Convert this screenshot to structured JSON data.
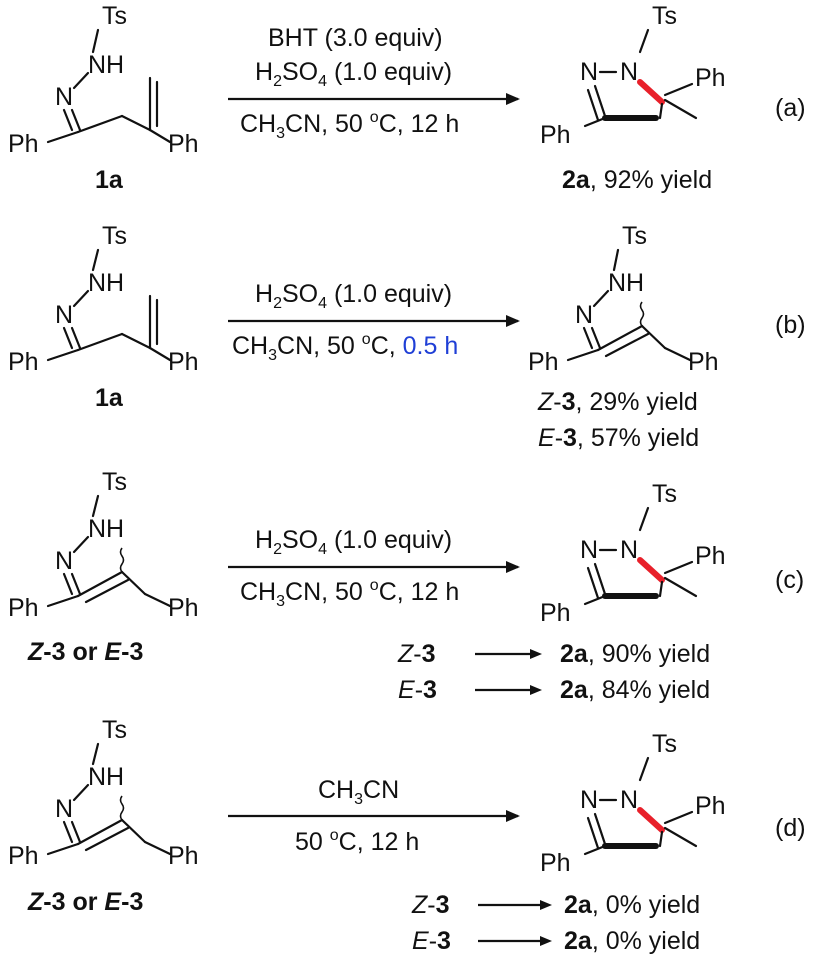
{
  "groups": {
    "ts": "Ts",
    "nh": "NH",
    "n": "N",
    "ph": "Ph",
    "n_ring": "N",
    "n_ring2": "N",
    "ring_sep": "–"
  },
  "compounds": {
    "c1a": "1a",
    "c2a": "2a",
    "c3": "3",
    "z": "Z",
    "e": "E",
    "dash": "-",
    "or": " or ",
    "yield_92": ", 92% yield",
    "yield_29": ", 29% yield",
    "yield_57": ", 57% yield",
    "yield_90": ", 90% yield",
    "yield_84": ", 84% yield",
    "yield_0": ", 0% yield"
  },
  "conditions": {
    "bht": "BHT (3.0 equiv)",
    "h2so4_h": "H",
    "h2so4_2": "2",
    "h2so4_so": "SO",
    "h2so4_4": "4",
    "h2so4_rest": " (1.0 equiv)",
    "ch3": "CH",
    "ch3_sub": "3",
    "cn": "CN",
    "temp_prefix": ", 50 ",
    "temp_50": "50 ",
    "deg_o": "o",
    "deg_c": "C",
    "time_12": ", 12 h",
    "time_05": "0.5 h",
    "comma_sp": ", "
  },
  "labels": {
    "a": "(a)",
    "b": "(b)",
    "c": "(c)",
    "d": "(d)"
  },
  "colors": {
    "new_bond": "#e8202a",
    "highlight_time": "#1f3fd6"
  }
}
